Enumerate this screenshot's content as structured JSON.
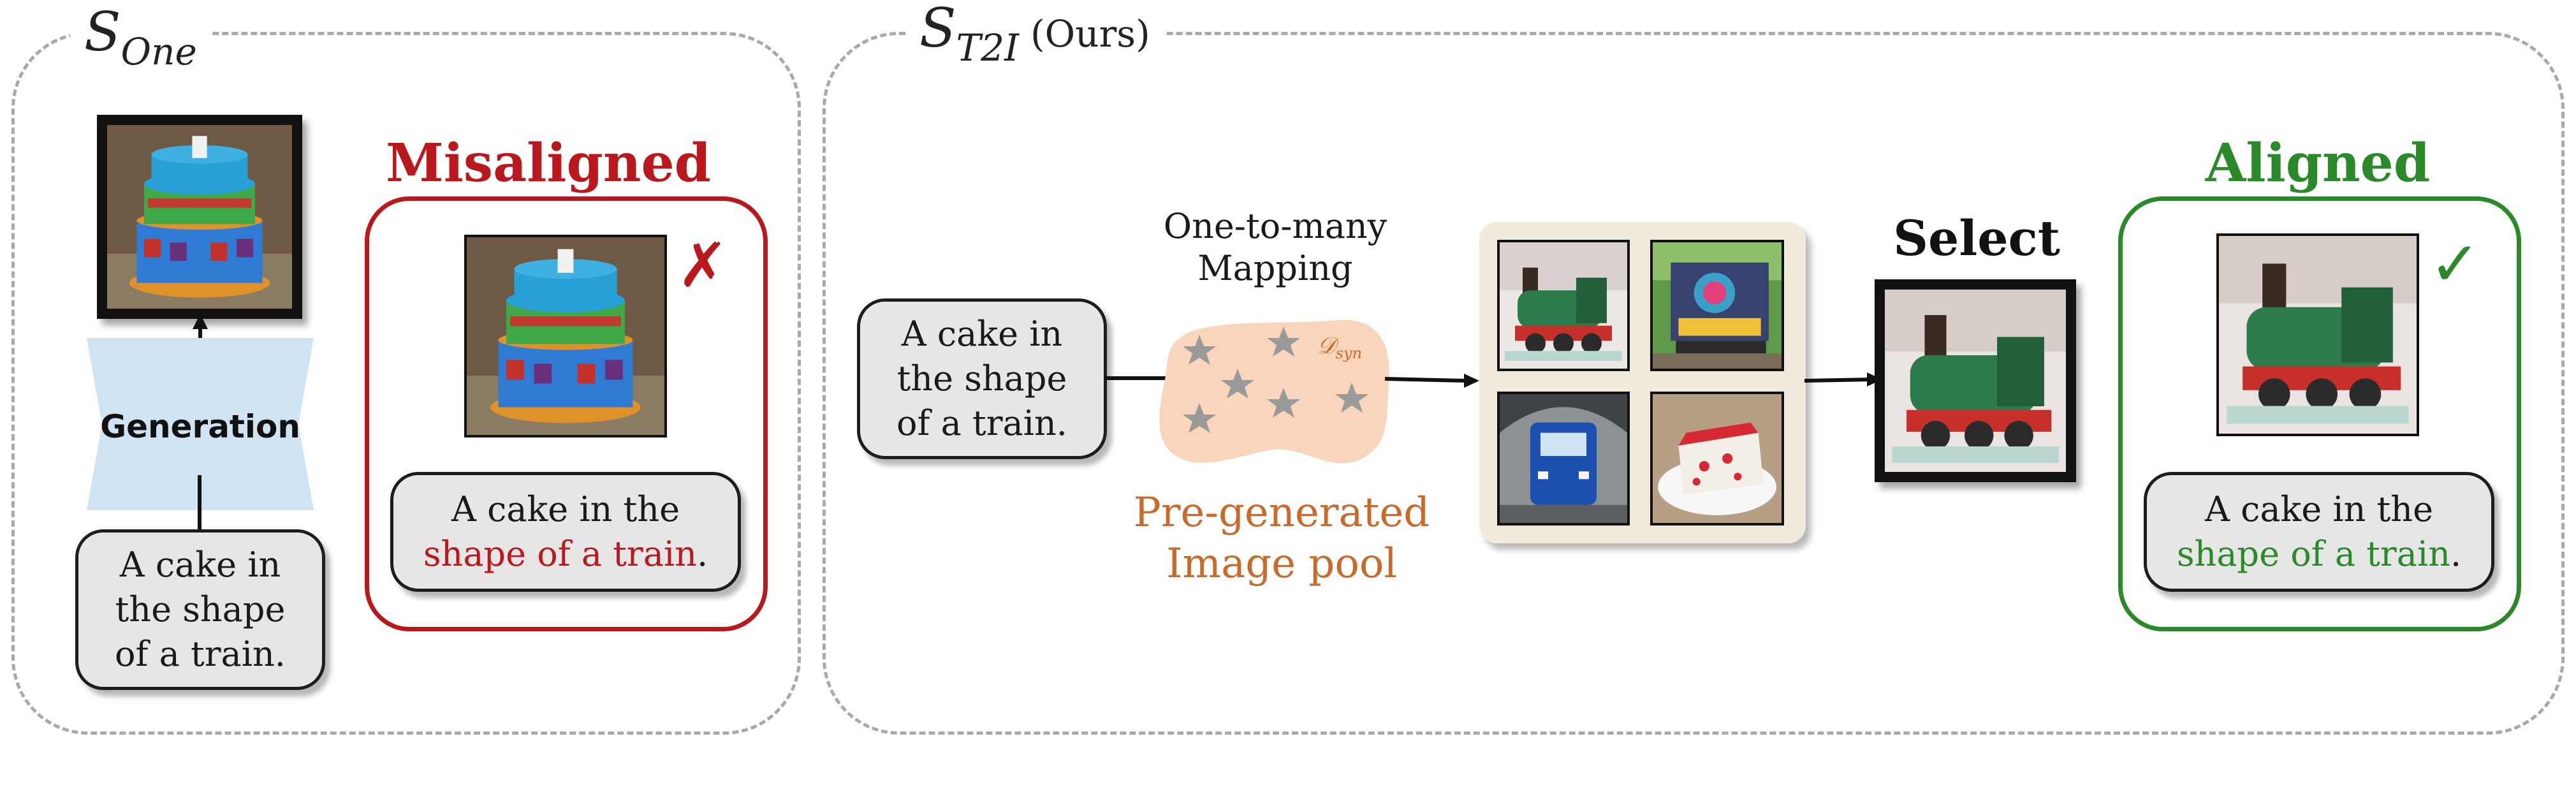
{
  "left_panel": {
    "title_main": "S",
    "title_sub": "One",
    "generation_label": "Generation",
    "prompt": [
      "A cake in",
      "the shape",
      "of a train."
    ],
    "result_heading": "Misaligned",
    "result_mark": "✗",
    "result_caption_plain": "A cake in the",
    "result_caption_highlight": "shape of a train",
    "result_caption_end": "."
  },
  "right_panel": {
    "title_main": "S",
    "title_sub": "T2I",
    "title_suffix": "(Ours)",
    "prompt": [
      "A cake in",
      "the shape",
      "of a train."
    ],
    "mapping_label": [
      "One-to-many",
      "Mapping"
    ],
    "pool_symbol": "𝒟",
    "pool_symbol_sub": "syn",
    "pool_label": [
      "Pre-generated",
      "Image pool"
    ],
    "select_label": "Select",
    "result_heading": "Aligned",
    "result_mark": "✓",
    "result_caption_plain": "A cake in the",
    "result_caption_highlight": "shape of a train",
    "result_caption_end": "."
  },
  "colors": {
    "misaligned": "#b9191c",
    "aligned": "#2a8a2a",
    "pool_fill": "#f8d5bb",
    "pool_text": "#c96a2c",
    "generator_fill": "#cfe3f3",
    "grid_bg": "#f1ebde"
  }
}
